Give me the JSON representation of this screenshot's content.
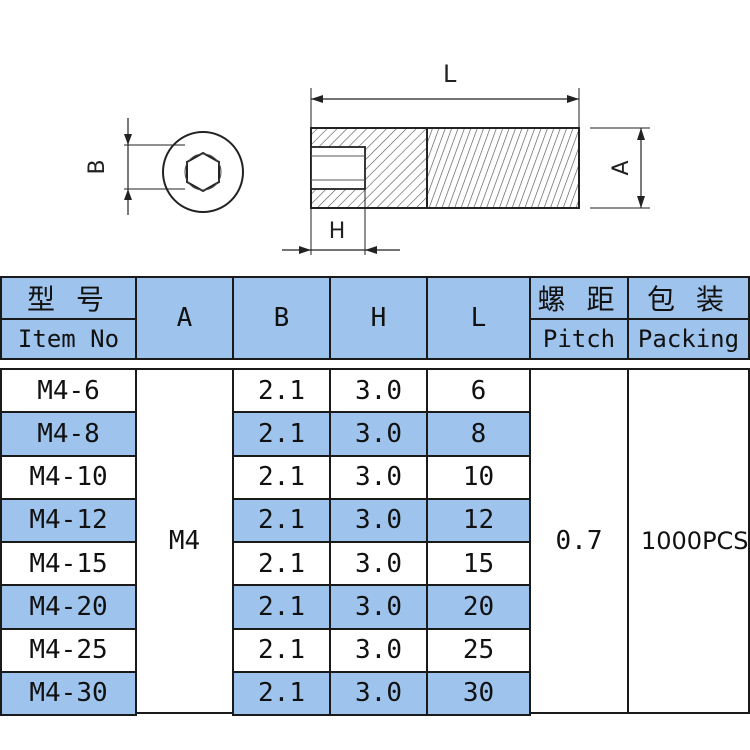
{
  "drawing": {
    "label_L": "L",
    "label_A": "A",
    "label_B": "B",
    "label_H": "H"
  },
  "table": {
    "headers": {
      "item_cn": "型 号",
      "item_en": "Item No",
      "a": "A",
      "b": "B",
      "h": "H",
      "l": "L",
      "pitch_cn": "螺 距",
      "pitch_en": "Pitch",
      "pack_cn": "包 装",
      "pack_en": "Packing"
    },
    "rows": [
      {
        "item": "M4-6",
        "b": "2.1",
        "h": "3.0",
        "l": "6"
      },
      {
        "item": "M4-8",
        "b": "2.1",
        "h": "3.0",
        "l": "8"
      },
      {
        "item": "M4-10",
        "b": "2.1",
        "h": "3.0",
        "l": "10"
      },
      {
        "item": "M4-12",
        "b": "2.1",
        "h": "3.0",
        "l": "12"
      },
      {
        "item": "M4-15",
        "b": "2.1",
        "h": "3.0",
        "l": "15"
      },
      {
        "item": "M4-20",
        "b": "2.1",
        "h": "3.0",
        "l": "20"
      },
      {
        "item": "M4-25",
        "b": "2.1",
        "h": "3.0",
        "l": "25"
      },
      {
        "item": "M4-30",
        "b": "2.1",
        "h": "3.0",
        "l": "30"
      }
    ],
    "merged": {
      "a": "M4",
      "pitch": "0.7",
      "packing": "1000PCS"
    },
    "colors": {
      "header_fill": "#9ec4ee",
      "stripe_fill": "#9ec4ee",
      "border": "#1a1a1a"
    }
  }
}
